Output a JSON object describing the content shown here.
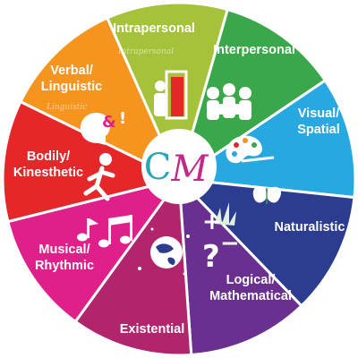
{
  "diagram": {
    "segments": [
      {
        "id": "intrapersonal",
        "lines": [
          "Intrapersonal"
        ],
        "color": "#e6272a",
        "icon": "person-at-door-icon"
      },
      {
        "id": "interpersonal",
        "lines": [
          "Interpersonal"
        ],
        "color": "#f5941e",
        "icon": "group-of-people-icon"
      },
      {
        "id": "visual-spatial",
        "lines": [
          "Visual/",
          "Spatial"
        ],
        "color": "#a6c23a",
        "icon": "paint-palette-icon"
      },
      {
        "id": "naturalistic",
        "lines": [
          "Naturalistic"
        ],
        "color": "#3aa84a",
        "icon": "butterfly-grass-icon"
      },
      {
        "id": "logical-mathematical",
        "lines": [
          "Logical/",
          "Mathematical"
        ],
        "color": "#28a8e0",
        "icon": "math-symbols-icon"
      },
      {
        "id": "existential",
        "lines": [
          "Existential"
        ],
        "color": "#2c3c8e",
        "icon": "globe-stars-icon"
      },
      {
        "id": "musical-rhythmic",
        "lines": [
          "Musical/",
          "Rhythmic"
        ],
        "color": "#6a3090",
        "icon": "music-notes-icon"
      },
      {
        "id": "bodily-kinesthetic",
        "lines": [
          "Bodily/",
          "Kinesthetic"
        ],
        "color": "#b0256e",
        "icon": "running-person-icon"
      },
      {
        "id": "verbal-linguistic",
        "lines": [
          "Verbal/",
          "Linguistic"
        ],
        "color": "#e0208a",
        "icon": "speech-head-icon"
      }
    ],
    "center": {
      "letters": [
        "C",
        "M"
      ],
      "colors": [
        "#2aa6b4",
        "#c2288a"
      ]
    },
    "watermarks": [
      "Intrapersonal",
      "Linguistic"
    ]
  }
}
